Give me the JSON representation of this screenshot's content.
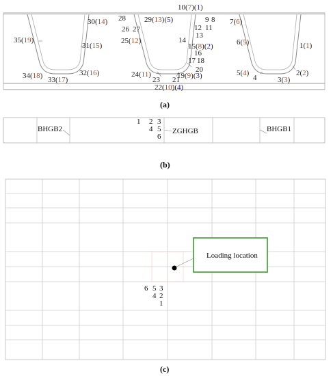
{
  "panels": {
    "a": {
      "caption": "(a)",
      "labels": [
        {
          "n": "10",
          "m": "7",
          "k": "1"
        },
        {
          "n": "28",
          "m": "",
          "k": ""
        },
        {
          "n": "29",
          "m": "13",
          "k": "5"
        },
        {
          "n": "9",
          "m": "",
          "k": ""
        },
        {
          "n": "8",
          "m": "",
          "k": ""
        },
        {
          "n": "30",
          "m": "14",
          "k": ""
        },
        {
          "n": "7",
          "m": "6",
          "k": ""
        },
        {
          "n": "26",
          "m": "",
          "k": ""
        },
        {
          "n": "27",
          "m": "",
          "k": ""
        },
        {
          "n": "12",
          "m": "",
          "k": ""
        },
        {
          "n": "11",
          "m": "",
          "k": ""
        },
        {
          "n": "13",
          "m": "",
          "k": ""
        },
        {
          "n": "35",
          "m": "19",
          "k": ""
        },
        {
          "n": "25",
          "m": "12",
          "k": ""
        },
        {
          "n": "14",
          "m": "",
          "k": ""
        },
        {
          "n": "6",
          "m": "5",
          "k": ""
        },
        {
          "n": "1",
          "m": "1",
          "k": ""
        },
        {
          "n": "31",
          "m": "15",
          "k": ""
        },
        {
          "n": "15",
          "m": "8",
          "k": "2"
        },
        {
          "n": "16",
          "m": "",
          "k": ""
        },
        {
          "n": "17",
          "m": "",
          "k": ""
        },
        {
          "n": "18",
          "m": "",
          "k": ""
        },
        {
          "n": "20",
          "m": "",
          "k": ""
        },
        {
          "n": "34",
          "m": "18",
          "k": ""
        },
        {
          "n": "32",
          "m": "16",
          "k": ""
        },
        {
          "n": "24",
          "m": "11",
          "k": ""
        },
        {
          "n": "19",
          "m": "9",
          "k": "3"
        },
        {
          "n": "5",
          "m": "4",
          "k": ""
        },
        {
          "n": "2",
          "m": "2",
          "k": ""
        },
        {
          "n": "33",
          "m": "17",
          "k": ""
        },
        {
          "n": "23",
          "m": "",
          "k": ""
        },
        {
          "n": "21",
          "m": "",
          "k": ""
        },
        {
          "n": "4",
          "m": "",
          "k": ""
        },
        {
          "n": "3",
          "m": "3",
          "k": ""
        },
        {
          "n": "22",
          "m": "10",
          "k": "4"
        }
      ]
    },
    "b": {
      "caption": "(b)",
      "girders": [
        "BHGB2",
        "ZGHGB",
        "BHGB1"
      ],
      "gauge_numbers": [
        "1",
        "2",
        "3",
        "4",
        "5",
        "6"
      ]
    },
    "c": {
      "caption": "(c)",
      "loading_label": "Loading location",
      "gauge_numbers": [
        "6",
        "5",
        "3",
        "4",
        "2",
        "1"
      ],
      "colors": {
        "box": "#3a9a2a",
        "loading_point": "#000000"
      }
    }
  }
}
